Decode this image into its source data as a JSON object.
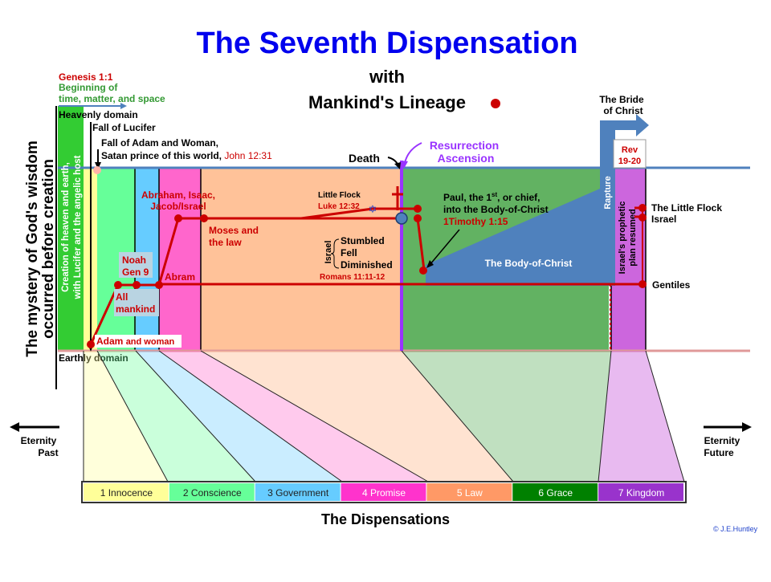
{
  "title": {
    "line1": "The Seventh Dispensation",
    "line2": "with",
    "line3": "Mankind's Lineage"
  },
  "side_label": {
    "line1": "The mystery of God's wisdom",
    "line2": "occurred before creation"
  },
  "creation_label": {
    "line1": "Creation of heaven and earth,",
    "line2": "with Lucifer and the angelic host"
  },
  "genesis": {
    "ref": "Genesis 1:1",
    "line1": "Beginning of",
    "line2": "time, matter, and space"
  },
  "domains": {
    "heavenly": "Heavenly domain",
    "earthly": "Earthly domain"
  },
  "events": {
    "fall_lucifer": "Fall of Lucifer",
    "fall_adam_line1": "Fall of Adam and Woman,",
    "fall_adam_line2": "Satan prince of this world,",
    "fall_adam_ref": "John 12:31",
    "death": "Death",
    "resurrection": "Resurrection",
    "ascension": "Ascension",
    "bride_line1": "The Bride",
    "bride_line2": "of Christ",
    "rev_line1": "Rev",
    "rev_line2": "19-20",
    "rapture": "Rapture",
    "prophetic_line1": "Israel's prophetic",
    "prophetic_line2": "plan resumed"
  },
  "lineage": {
    "adam": "Adam",
    "adam_suffix": "and woman",
    "all_mankind_1": "All",
    "all_mankind_2": "mankind",
    "noah_1": "Noah",
    "noah_2": "Gen 9",
    "abram": "Abram",
    "abraham_1": "Abraham, Isaac,",
    "abraham_2": "Jacob/Israel",
    "moses_1": "Moses and",
    "moses_2": "the law",
    "little_flock": "Little Flock",
    "little_flock_ref": "Luke 12:32",
    "israel_vertical": "Israel",
    "stumbled": "Stumbled",
    "fell": "Fell",
    "diminished": "Diminished",
    "romans_ref": "Romans 11:11-12",
    "paul_line1": "Paul, the 1",
    "paul_sup": "st",
    "paul_line1b": ", or chief,",
    "paul_line2": "into the Body-of-Christ",
    "paul_ref": "1Timothy 1:15",
    "body_of_christ": "The Body-of-Christ",
    "right_little_flock": "The Little Flock",
    "right_israel": "Israel",
    "gentiles": "Gentiles"
  },
  "eternity": {
    "past_1": "Eternity",
    "past_2": "Past",
    "future_1": "Eternity",
    "future_2": "Future"
  },
  "dispensations": [
    {
      "label": "1 Innocence",
      "color": "#ffff99",
      "text_color": "#222222"
    },
    {
      "label": "2 Conscience",
      "color": "#66ff99",
      "text_color": "#222222"
    },
    {
      "label": "3 Government",
      "color": "#66ccff",
      "text_color": "#222222"
    },
    {
      "label": "4 Promise",
      "color": "#ff33cc",
      "text_color": "#ffffff"
    },
    {
      "label": "5 Law",
      "color": "#ff9966",
      "text_color": "#ffffff"
    },
    {
      "label": "6 Grace",
      "color": "#008000",
      "text_color": "#ffffff"
    },
    {
      "label": "7 Kingdom",
      "color": "#9933cc",
      "text_color": "#ffffff"
    }
  ],
  "dispensations_caption": "The Dispensations",
  "copyright": "© J.E.Huntley",
  "colors": {
    "title_blue": "#0000ee",
    "lineage_red": "#cc0000",
    "resurrection_purple": "#9933ff",
    "body_blue": "#4f81bd",
    "grace_green": "#62b262",
    "genesis_green": "#339933"
  }
}
